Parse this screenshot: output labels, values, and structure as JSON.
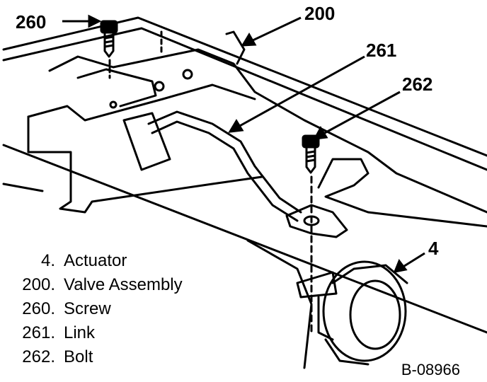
{
  "callouts": [
    {
      "label": "260"
    },
    {
      "label": "200"
    },
    {
      "label": "261"
    },
    {
      "label": "262"
    },
    {
      "label": "4"
    }
  ],
  "legend": [
    {
      "number": "4.",
      "label": "Actuator"
    },
    {
      "number": "200.",
      "label": "Valve Assembly"
    },
    {
      "number": "260.",
      "label": "Screw"
    },
    {
      "number": "261.",
      "label": "Link"
    },
    {
      "number": "262.",
      "label": "Bolt"
    }
  ],
  "figure_id": "B-08966"
}
